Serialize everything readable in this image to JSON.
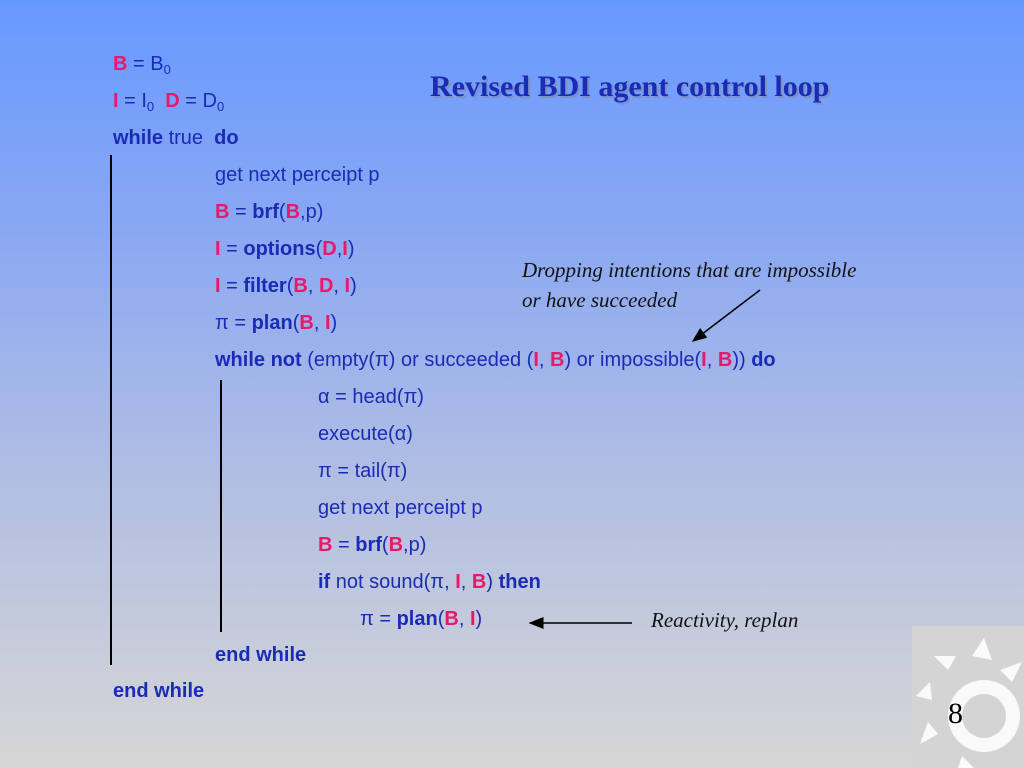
{
  "title": "Revised BDI agent control loop",
  "code": {
    "l1": {
      "b": "B",
      "eq": " = B",
      "sub": "0"
    },
    "l2": {
      "i": "I",
      "eq": " = I",
      "sub1": "0",
      "d": "D",
      "eq2": " = D",
      "sub2": "0"
    },
    "l3": {
      "while": "while",
      "true": " true ",
      "do": "do"
    },
    "l4": {
      "text": "get next perceipt p"
    },
    "l5": {
      "b": "B",
      "eq": " = ",
      "fn": "brf",
      "open": "(",
      "b2": "B",
      "rest": ",p)"
    },
    "l6": {
      "i": "I",
      "eq": " = ",
      "fn": "options",
      "open": "(",
      "d": "D",
      "comma": ",",
      "i2": "I",
      "close": ")"
    },
    "l7": {
      "i": "I",
      "eq": " = ",
      "fn": "filter",
      "open": "(",
      "b": "B",
      "c1": ", ",
      "d": "D",
      "c2": ", ",
      "i2": "I",
      "close": ")"
    },
    "l8": {
      "pi": "π = ",
      "fn": "plan",
      "open": "(",
      "b": "B",
      "c1": ", ",
      "i": "I",
      "close": ")"
    },
    "l9": {
      "while_not": "while not",
      "empty": " (empty(π) or succeeded (",
      "i": "I",
      "c1": ", ",
      "b": "B",
      "mid": ")  or impossible(",
      "i2": "I",
      "c2": ", ",
      "b2": "B",
      "close": "))  ",
      "do": "do"
    },
    "l10": {
      "text": "α = head(π)"
    },
    "l11": {
      "text": "execute(α)"
    },
    "l12": {
      "text": "π = tail(π)"
    },
    "l13": {
      "text": "get next perceipt p"
    },
    "l14": {
      "b": "B",
      "eq": " = ",
      "fn": "brf",
      "open": "(",
      "b2": "B",
      "rest": ",p)"
    },
    "l15": {
      "if": "if",
      "mid": " not sound(π, ",
      "i": "I",
      "c1": ", ",
      "b": "B",
      "close": ") ",
      "then": "then"
    },
    "l16": {
      "pi": "π = ",
      "fn": "plan",
      "open": "(",
      "b": "B",
      "c1": ", ",
      "i": "I",
      "close": ")"
    },
    "l17": {
      "text": "end while"
    },
    "l18": {
      "text": "end while"
    }
  },
  "notes": {
    "dropping_1": "Dropping intentions that are impossible",
    "dropping_2": "or have succeeded",
    "reactivity": "Reactivity, replan"
  },
  "page_number": "8",
  "colors": {
    "keyword": "#1a2bb5",
    "variable": "#e8186b",
    "note": "#111111"
  }
}
